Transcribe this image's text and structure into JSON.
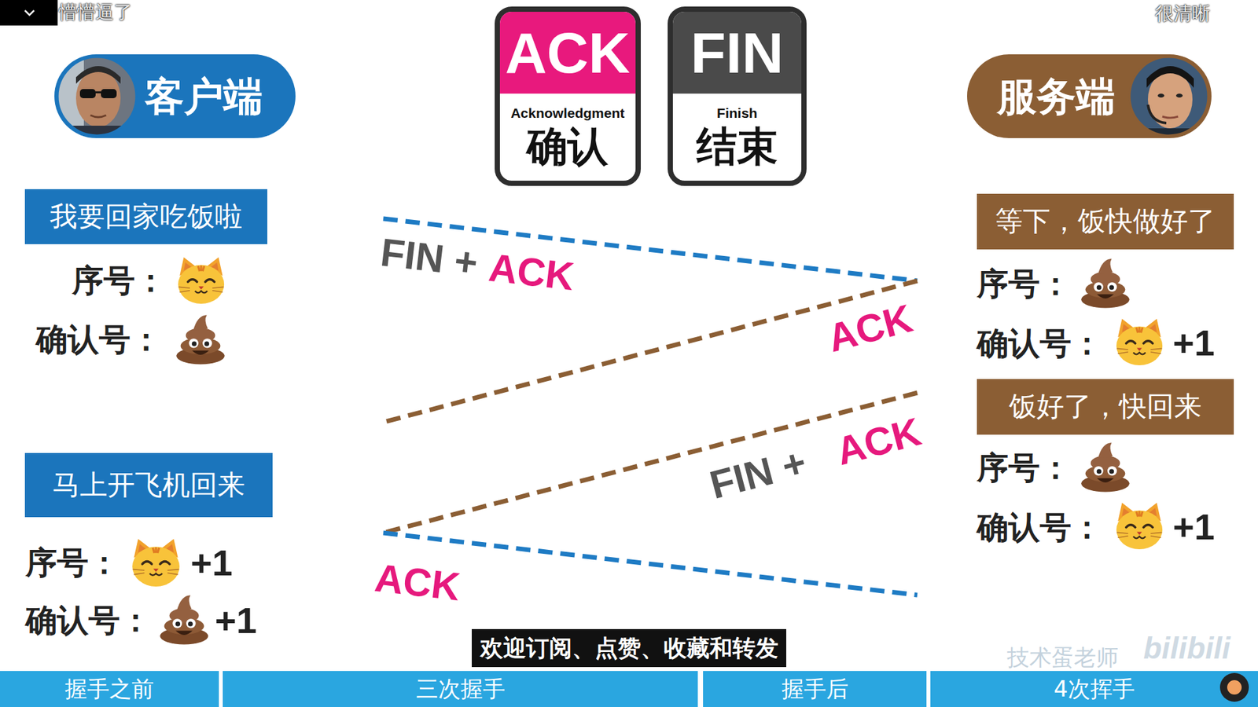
{
  "diagram": {
    "nodes": [
      {
        "text": [
          "客户端"
        ]
      },
      {
        "text": [
          "ACK",
          "Acknowledgment",
          "确认"
        ]
      },
      {
        "text": [
          "FIN",
          "Finish",
          "结束"
        ]
      },
      {
        "text": [
          "服务端"
        ]
      },
      {
        "text": [
          "我要回家吃饭啦"
        ]
      },
      {
        "text": [
          "等下，饭快做好了"
        ]
      },
      {
        "text": [
          "饭好了，快回来"
        ]
      },
      {
        "text": [
          "马上开飞机回来"
        ]
      },
      {
        "text": [
          "欢迎订阅、点赞、收藏和转发"
        ]
      },
      {
        "text": [
          "握手之前"
        ]
      },
      {
        "text": [
          "三次握手"
        ]
      },
      {
        "text": [
          "握手后"
        ]
      },
      {
        "text": [
          "4次挥手"
        ]
      }
    ],
    "labels": [
      "懵懵逼了",
      "很清晰",
      "序号：",
      "确认号：",
      "FIN +",
      "ACK",
      "ACK",
      "序号：",
      "确认号：",
      "+1",
      "FIN +",
      "ACK",
      "序号：",
      "确认号：",
      "+1",
      "序号：",
      "+1",
      "确认号：",
      "+1",
      "ACK",
      "技术蛋老师",
      "bilibili"
    ]
  }
}
